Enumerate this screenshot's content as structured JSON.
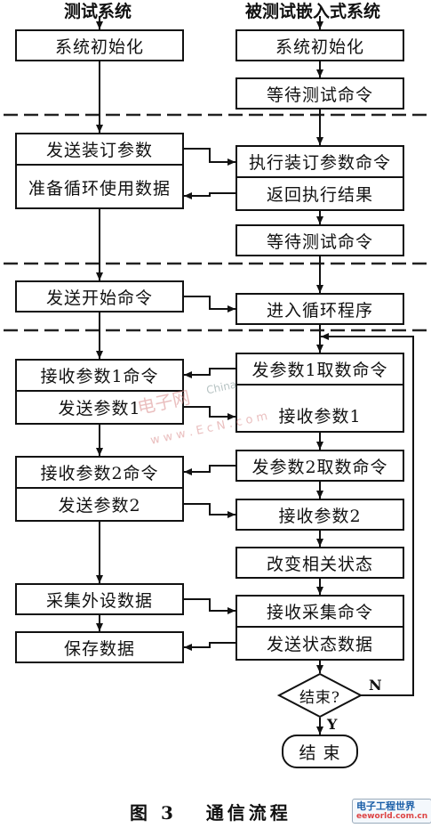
{
  "headers": {
    "left": "测试系统",
    "right": "被测试嵌入式系统"
  },
  "left_boxes": {
    "init": "系统初始化",
    "send_binding": "发送装订参数",
    "prepare_cycle": "准备循环使用数据",
    "send_start": "发送开始命令",
    "recv_p1_cmd": "接收参数1命令",
    "send_p1": "发送参数1",
    "recv_p2_cmd": "接收参数2命令",
    "send_p2": "发送参数2",
    "collect": "采集外设数据",
    "save": "保存数据"
  },
  "right_boxes": {
    "init": "系统初始化",
    "wait1": "等待测试命令",
    "exec_binding": "执行装订参数命令",
    "return_result": "返回执行结果",
    "wait2": "等待测试命令",
    "enter_loop": "进入循环程序",
    "send_p1_fetch": "发参数1取数命令",
    "recv_p1": "接收参数1",
    "send_p2_fetch": "发参数2取数命令",
    "recv_p2": "接收参数2",
    "change_state": "改变相关状态",
    "recv_collect": "接收采集命令",
    "send_state": "发送状态数据"
  },
  "decision": {
    "label": "结束?",
    "yes": "Y",
    "no": "N"
  },
  "terminal": "结 束",
  "caption": "图 3   通信流程",
  "watermark": {
    "text1": "电子网",
    "text2": "China",
    "text3": "w w w . E c N . c o m"
  },
  "logo": {
    "brand": "电子工程世界",
    "url": "eeworld.com.cn"
  },
  "colors": {
    "line": "#111111",
    "dash": "#222222",
    "watermark": "#d98c8c",
    "logo": "#1b5fa8"
  }
}
